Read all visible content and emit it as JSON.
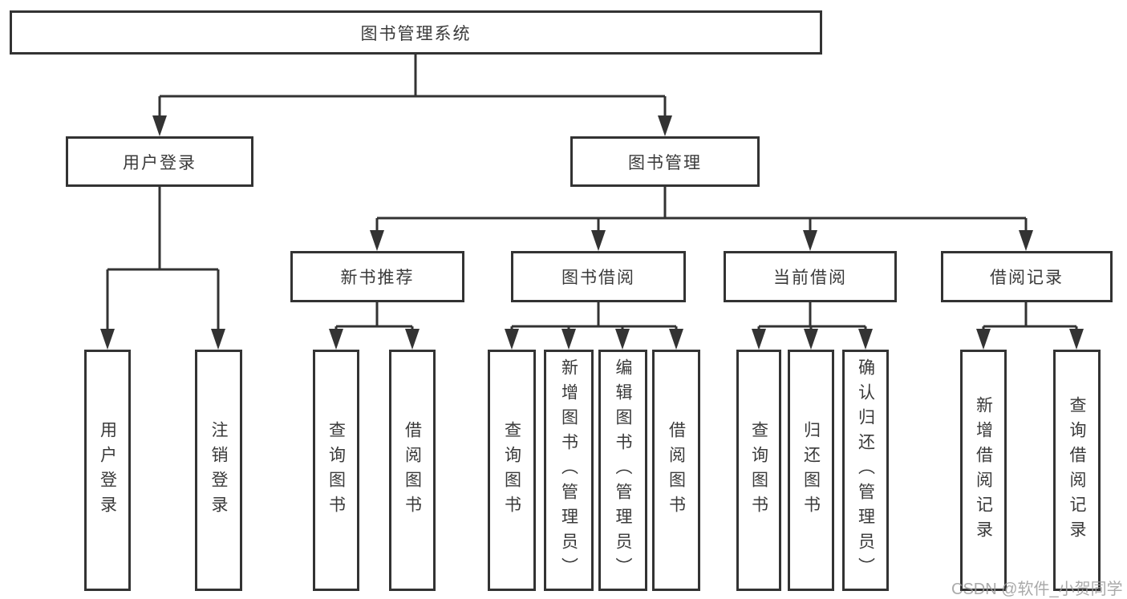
{
  "diagram": {
    "root": {
      "label": "图书管理系统"
    },
    "branches": [
      {
        "label": "用户登录",
        "children": [
          {
            "label": "用户登录"
          },
          {
            "label": "注销登录"
          }
        ]
      },
      {
        "label": "图书管理",
        "groups": [
          {
            "label": "新书推荐",
            "children": [
              {
                "label": "查询图书"
              },
              {
                "label": "借阅图书"
              }
            ]
          },
          {
            "label": "图书借阅",
            "children": [
              {
                "label": "查询图书"
              },
              {
                "label": "新增图书（管理员）"
              },
              {
                "label": "编辑图书（管理员）"
              },
              {
                "label": "借阅图书"
              }
            ]
          },
          {
            "label": "当前借阅",
            "children": [
              {
                "label": "查询图书"
              },
              {
                "label": "归还图书"
              },
              {
                "label": "确认归还（管理员）"
              }
            ]
          },
          {
            "label": "借阅记录",
            "children": [
              {
                "label": "新增借阅记录"
              },
              {
                "label": "查询借阅记录"
              }
            ]
          }
        ]
      }
    ]
  },
  "watermark": {
    "text": "CSDN @软件_小贺同学"
  },
  "colors": {
    "line": "#333333",
    "text": "#3a3a3a",
    "watermark": "#9b9b9b",
    "background": "#ffffff"
  }
}
